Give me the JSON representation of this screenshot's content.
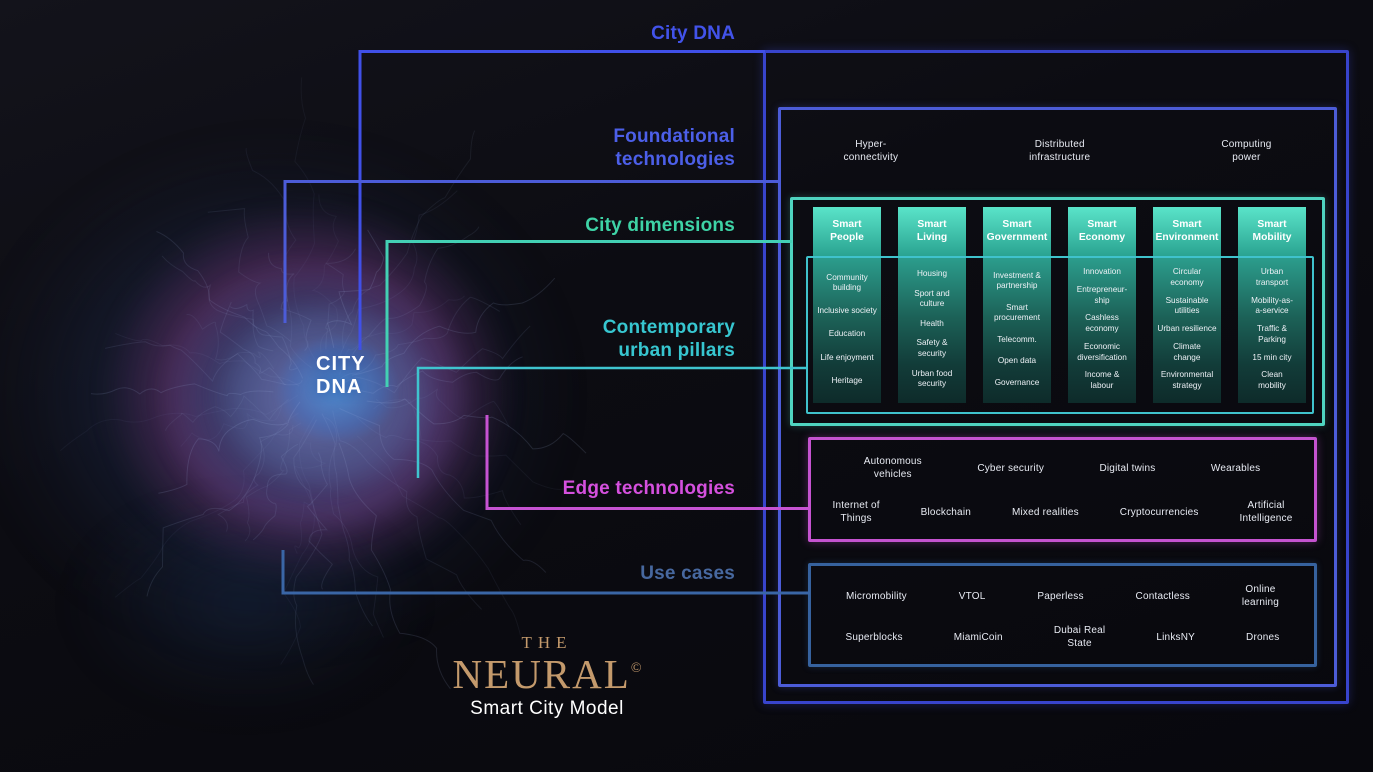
{
  "labels": {
    "city_dna": "City DNA",
    "foundational": "Foundational\ntechnologies",
    "city_dimensions": "City dimensions",
    "contemporary": "Contemporary\nurban pillars",
    "edge": "Edge technologies",
    "use_cases": "Use cases"
  },
  "center_label": "CITY\nDNA",
  "foundational_items": [
    "Hyper-\nconnectivity",
    "Distributed\ninfrastructure",
    "Computing\npower"
  ],
  "pillars": [
    {
      "title": "Smart\nPeople",
      "items": [
        "Community\nbuilding",
        "Inclusive society",
        "Education",
        "Life enjoyment",
        "Heritage"
      ]
    },
    {
      "title": "Smart\nLiving",
      "items": [
        "Housing",
        "Sport and\nculture",
        "Health",
        "Safety &\nsecurity",
        "Urban food\nsecurity"
      ]
    },
    {
      "title": "Smart\nGovernment",
      "items": [
        "Investment &\npartnership",
        "Smart\nprocurement",
        "Telecomm.",
        "Open data",
        "Governance"
      ]
    },
    {
      "title": "Smart\nEconomy",
      "items": [
        "Innovation",
        "Entrepreneur-\nship",
        "Cashless\neconomy",
        "Economic\ndiversification",
        "Income &\nlabour"
      ]
    },
    {
      "title": "Smart\nEnvironment",
      "items": [
        "Circular\neconomy",
        "Sustainable\nutilities",
        "Urban resilience",
        "Climate\nchange",
        "Environmental\nstrategy"
      ]
    },
    {
      "title": "Smart\nMobility",
      "items": [
        "Urban\ntransport",
        "Mobility-as-\na-service",
        "Traffic &\nParking",
        "15 min city",
        "Clean\nmobility"
      ]
    }
  ],
  "edge_rows": [
    [
      "Autonomous\nvehicles",
      "Cyber security",
      "Digital twins",
      "Wearables"
    ],
    [
      "Internet of\nThings",
      "Blockchain",
      "Mixed realities",
      "Cryptocurrencies",
      "Artificial\nIntelligence"
    ]
  ],
  "usecase_rows": [
    [
      "Micromobility",
      "VTOL",
      "Paperless",
      "Contactless",
      "Online\nlearning"
    ],
    [
      "Superblocks",
      "MiamiCoin",
      "Dubai Real\nState",
      "LinksNY",
      "Drones"
    ]
  ],
  "logo": {
    "the": "The",
    "name": "Neural",
    "mark": "©",
    "subtitle": "Smart City Model"
  },
  "colors": {
    "city_dna": "#4253ea",
    "foundational": "#4c5fe8",
    "city_dimensions": "#3ed3a6",
    "contemporary": "#37c6d0",
    "edge": "#d550de",
    "use_cases": "#47689f",
    "pillar_gradient_top": "#5ae4c9",
    "pillar_gradient_bottom": "#0e2b2a",
    "logo_gold": "#c49a6c"
  }
}
